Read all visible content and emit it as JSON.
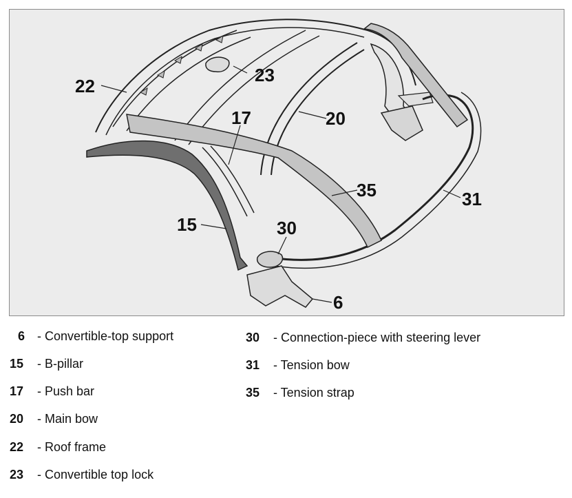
{
  "callouts": {
    "c22": "22",
    "c23": "23",
    "c17": "17",
    "c20": "20",
    "c35": "35",
    "c31": "31",
    "c15": "15",
    "c30": "30",
    "c6": "6"
  },
  "legend": {
    "left": [
      {
        "num": "6",
        "text": "- Convertible-top support"
      },
      {
        "num": "15",
        "text": "- B-pillar"
      },
      {
        "num": "17",
        "text": "- Push bar"
      },
      {
        "num": "20",
        "text": "- Main bow"
      },
      {
        "num": "22",
        "text": "- Roof frame"
      },
      {
        "num": "23",
        "text": "- Convertible top lock"
      }
    ],
    "right": [
      {
        "num": "30",
        "text": "- Connection-piece with steering lever"
      },
      {
        "num": "31",
        "text": "- Tension bow"
      },
      {
        "num": "35",
        "text": "- Tension strap"
      }
    ]
  },
  "colors": {
    "frame_bg": "#ececec",
    "line": "#222222",
    "strap": "#c4c4c4",
    "pillar": "#6f6f6f"
  }
}
